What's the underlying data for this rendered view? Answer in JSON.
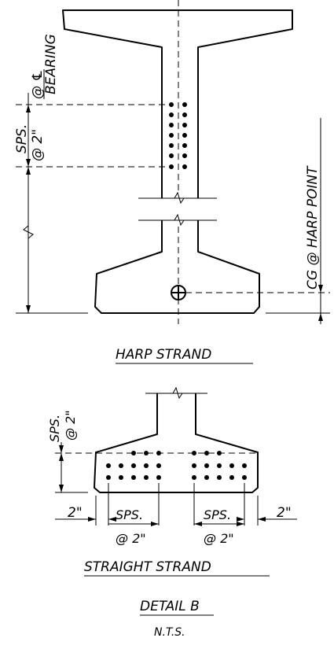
{
  "labels": {
    "spacing_at_bearing_1": "SPS.",
    "spacing_at_bearing_2": "@ ℄",
    "spacing_at_bearing_3": "BEARING",
    "spacing_2in_top": "@ 2\"",
    "cg_harp": "CG @ HARP POINT",
    "harp_title": "HARP STRAND",
    "spacing_bottom_1": "SPS.",
    "spacing_bottom_2": "@ 2\"",
    "left_cover": "2\"",
    "right_cover": "2\"",
    "left_sps_1": "SPS.",
    "left_sps_2": "@ 2\"",
    "right_sps_1": "SPS.",
    "right_sps_2": "@ 2\"",
    "straight_title": "STRAIGHT STRAND",
    "detail_title": "DETAIL B",
    "scale_note": "N.T.S."
  }
}
